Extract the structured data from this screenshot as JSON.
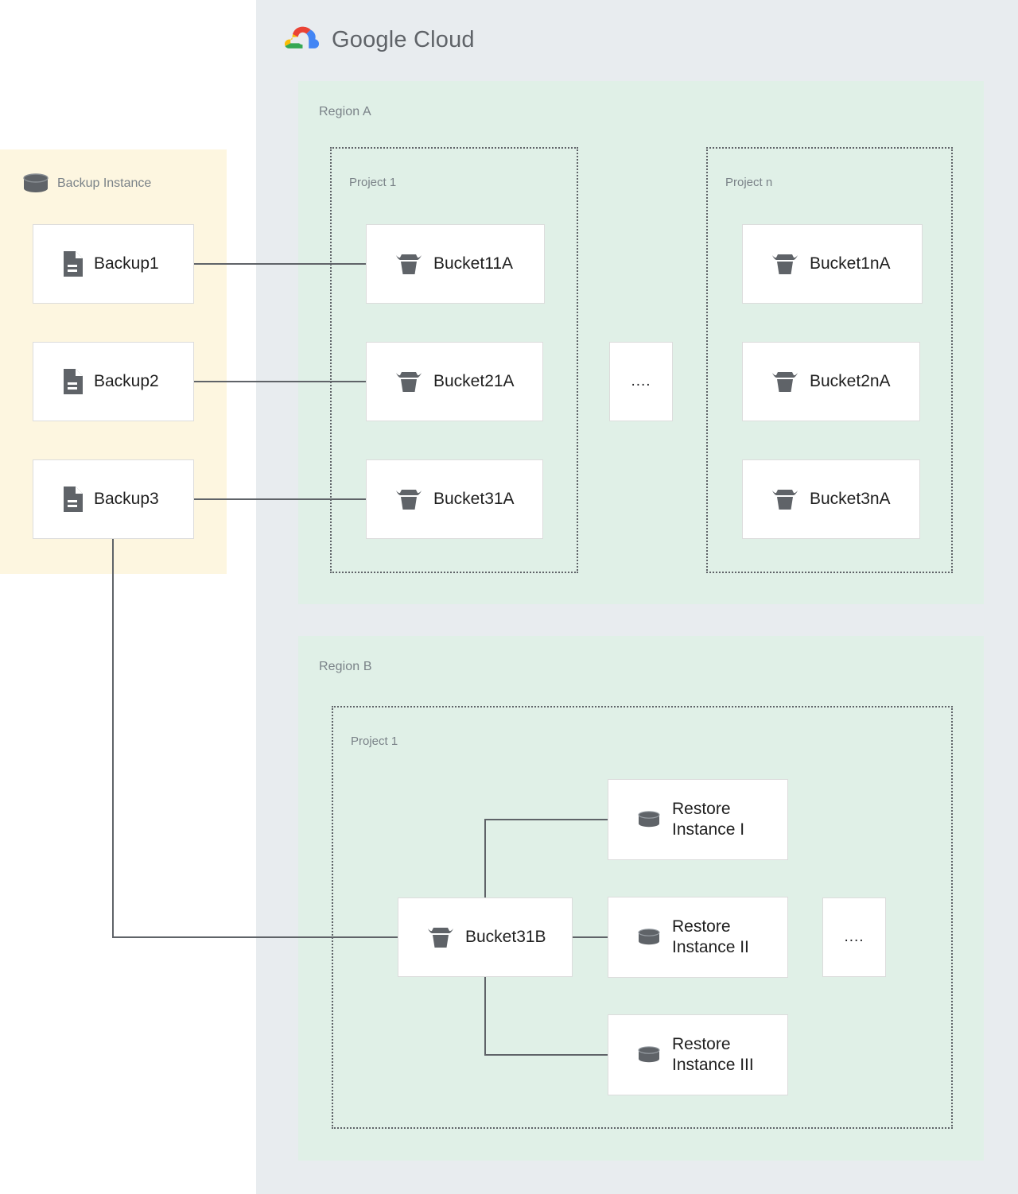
{
  "brand": {
    "name": "Google Cloud",
    "logo_icon": "google-cloud-logo",
    "wordmark_color": "#5f6368"
  },
  "colors": {
    "cloud_panel_bg": "#e8ecef",
    "region_bg": "#e0f0e7",
    "backup_panel_bg": "#fdf6e0",
    "card_bg": "#ffffff",
    "card_border": "#dcdcdc",
    "connector": "#5f6368",
    "label_text": "#7a8288",
    "node_text": "#1f1f1f",
    "dashed_border": "#5f6368"
  },
  "backup_panel": {
    "header_label": "Backup Instance",
    "header_icon": "database-cylinder-icon",
    "items": [
      {
        "label": "Backup1",
        "icon": "document-icon"
      },
      {
        "label": "Backup2",
        "icon": "document-icon"
      },
      {
        "label": "Backup3",
        "icon": "document-icon"
      }
    ]
  },
  "regions": [
    {
      "label": "Region A",
      "projects": [
        {
          "label": "Project 1",
          "buckets": [
            {
              "label": "Bucket11A",
              "icon": "storage-bucket-icon"
            },
            {
              "label": "Bucket21A",
              "icon": "storage-bucket-icon"
            },
            {
              "label": "Bucket31A",
              "icon": "storage-bucket-icon"
            }
          ]
        },
        {
          "label": "Project n",
          "buckets": [
            {
              "label": "Bucket1nA",
              "icon": "storage-bucket-icon"
            },
            {
              "label": "Bucket2nA",
              "icon": "storage-bucket-icon"
            },
            {
              "label": "Bucket3nA",
              "icon": "storage-bucket-icon"
            }
          ]
        }
      ],
      "ellipsis": "...."
    },
    {
      "label": "Region B",
      "projects": [
        {
          "label": "Project 1",
          "buckets": [
            {
              "label": "Bucket31B",
              "icon": "storage-bucket-icon"
            }
          ],
          "restore_instances": [
            {
              "label": "Restore\nInstance I",
              "icon": "database-cylinder-icon"
            },
            {
              "label": "Restore\nInstance II",
              "icon": "database-cylinder-icon"
            },
            {
              "label": "Restore\nInstance III",
              "icon": "database-cylinder-icon"
            }
          ]
        }
      ],
      "ellipsis": "...."
    }
  ],
  "connections": [
    {
      "from": "Backup1",
      "to": "Bucket11A"
    },
    {
      "from": "Backup2",
      "to": "Bucket21A"
    },
    {
      "from": "Backup3",
      "to": "Bucket31A"
    },
    {
      "from": "Backup3",
      "to": "Bucket31B"
    },
    {
      "from": "Bucket31B",
      "to": "Restore Instance I"
    },
    {
      "from": "Bucket31B",
      "to": "Restore Instance II"
    },
    {
      "from": "Bucket31B",
      "to": "Restore Instance III"
    }
  ]
}
